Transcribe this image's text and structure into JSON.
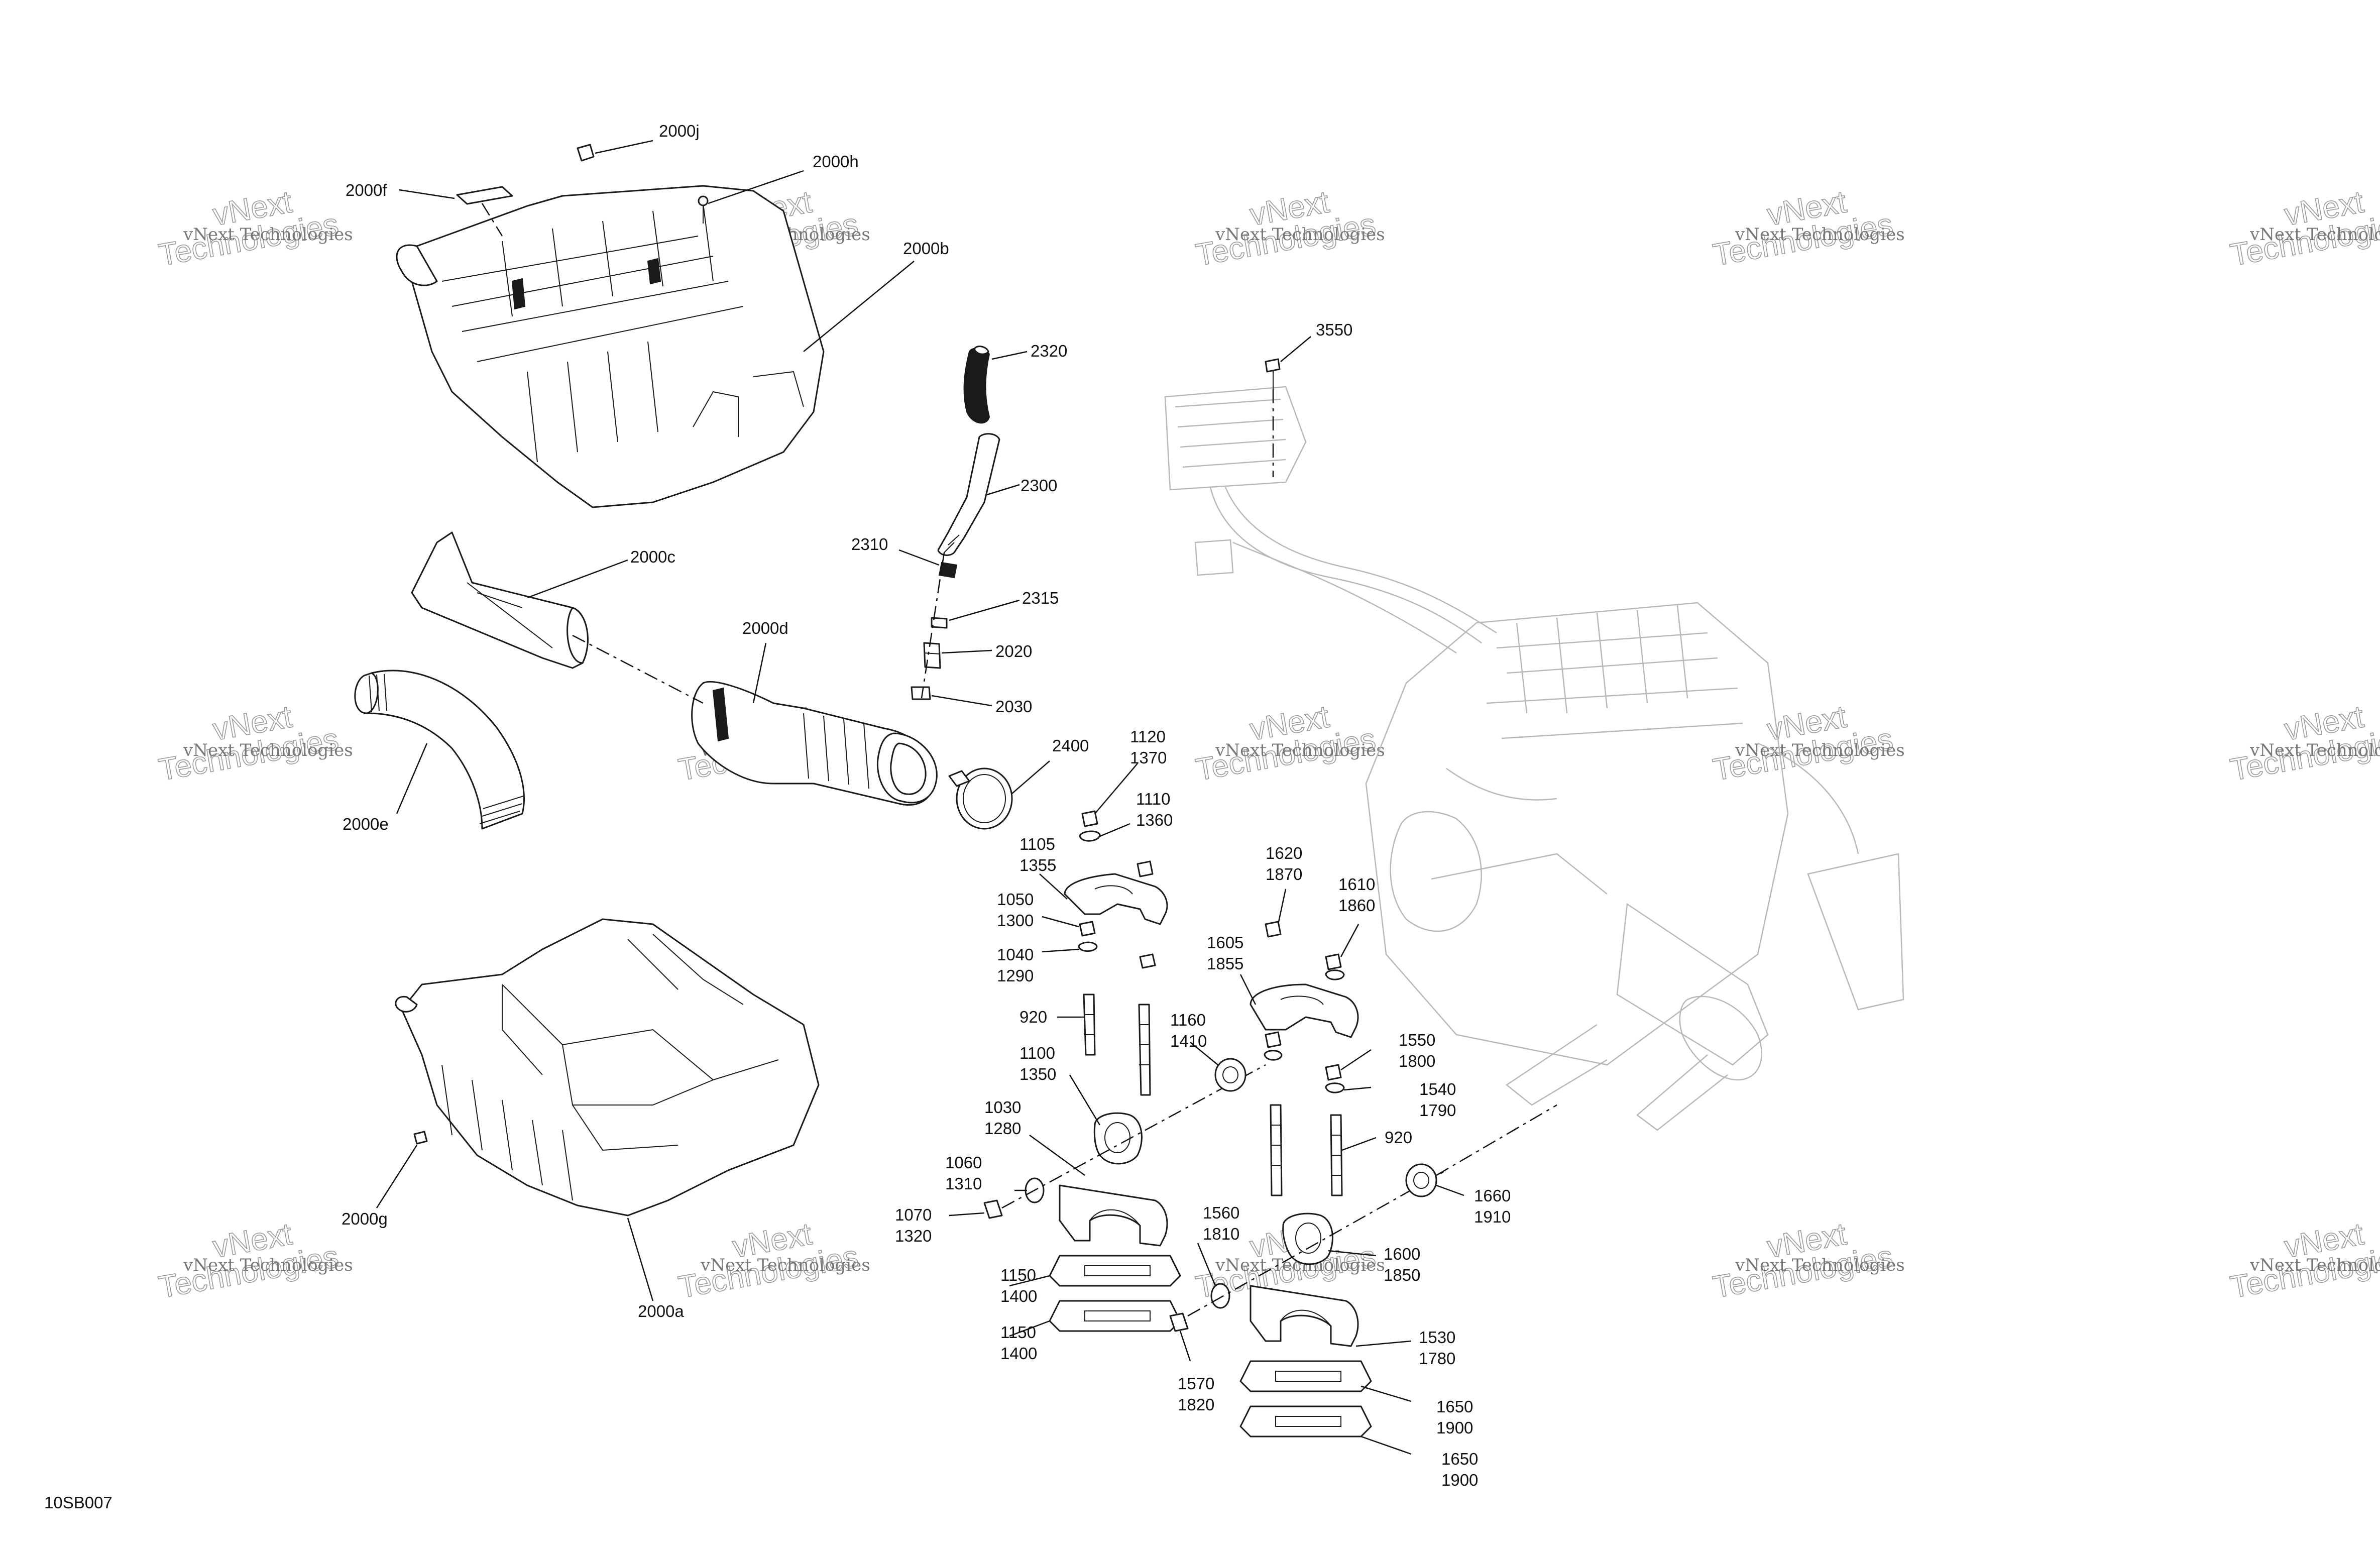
{
  "diagram_code": "10SB007",
  "watermark": {
    "line1": "vNext",
    "line2": "Technologies",
    "small": "vNext Technologies"
  },
  "callouts": {
    "c2000j": "2000j",
    "c2000h": "2000h",
    "c2000f": "2000f",
    "c2000b": "2000b",
    "c2320": "2320",
    "c3550": "3550",
    "c2300": "2300",
    "c2310": "2310",
    "c2000c": "2000c",
    "c2315": "2315",
    "c2000d": "2000d",
    "c2020": "2020",
    "c2030": "2030",
    "c2400": "2400",
    "c2000e": "2000e",
    "c1120": "1120",
    "c1370": "1370",
    "c1110": "1110",
    "c1360": "1360",
    "c1105": "1105",
    "c1355": "1355",
    "c1050": "1050",
    "c1300": "1300",
    "c1040": "1040",
    "c1290": "1290",
    "c920a": "920",
    "c1100": "1100",
    "c1350": "1350",
    "c1030": "1030",
    "c1280": "1280",
    "c1060": "1060",
    "c1310": "1310",
    "c1070": "1070",
    "c1320": "1320",
    "c1160": "1160",
    "c1410": "1410",
    "c1620": "1620",
    "c1870": "1870",
    "c1610": "1610",
    "c1860": "1860",
    "c1605": "1605",
    "c1855": "1855",
    "c1550": "1550",
    "c1800": "1800",
    "c1540": "1540",
    "c1790": "1790",
    "c920b": "920",
    "c1660": "1660",
    "c1910": "1910",
    "c1560": "1560",
    "c1810": "1810",
    "c1600": "1600",
    "c1850": "1850",
    "c1150a": "1150",
    "c1400a": "1400",
    "c1150b": "1150",
    "c1400b": "1400",
    "c1570": "1570",
    "c1820": "1820",
    "c1530": "1530",
    "c1780": "1780",
    "c1650a": "1650",
    "c1900a": "1900",
    "c1650b": "1650",
    "c1900b": "1900",
    "c2000g": "2000g",
    "c2000a": "2000a"
  }
}
